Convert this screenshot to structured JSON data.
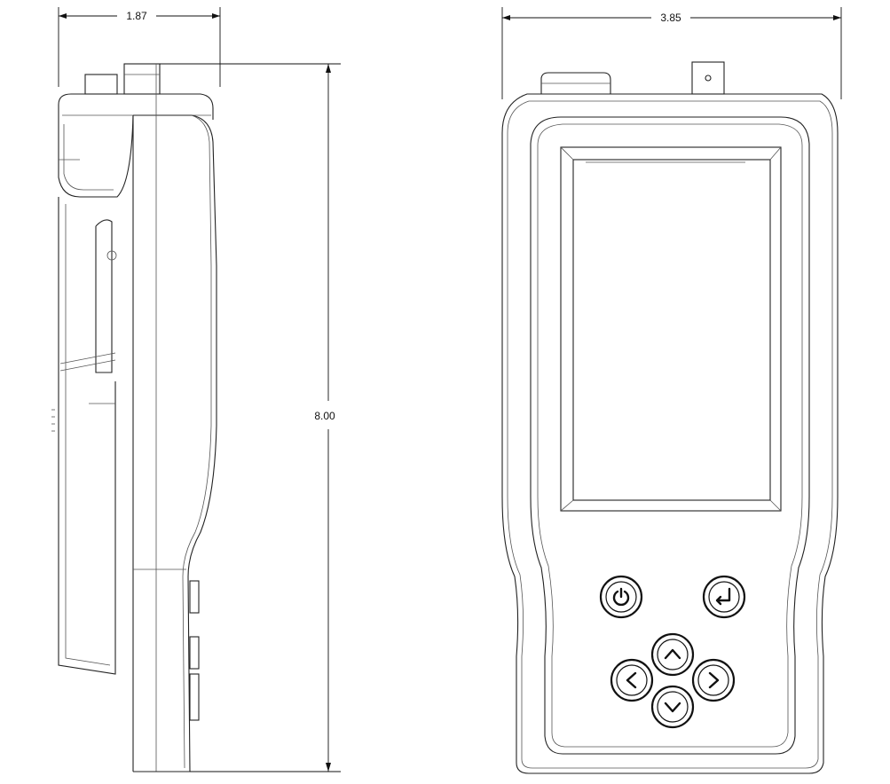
{
  "dimensions": {
    "side_width": "1.87",
    "front_width": "3.85",
    "height": "8.00"
  },
  "buttons": [
    {
      "name": "power",
      "icon": "power-icon"
    },
    {
      "name": "enter",
      "icon": "enter-icon"
    },
    {
      "name": "up",
      "icon": "chevron-up-icon"
    },
    {
      "name": "left",
      "icon": "chevron-left-icon"
    },
    {
      "name": "right",
      "icon": "chevron-right-icon"
    },
    {
      "name": "down",
      "icon": "chevron-down-icon"
    }
  ]
}
